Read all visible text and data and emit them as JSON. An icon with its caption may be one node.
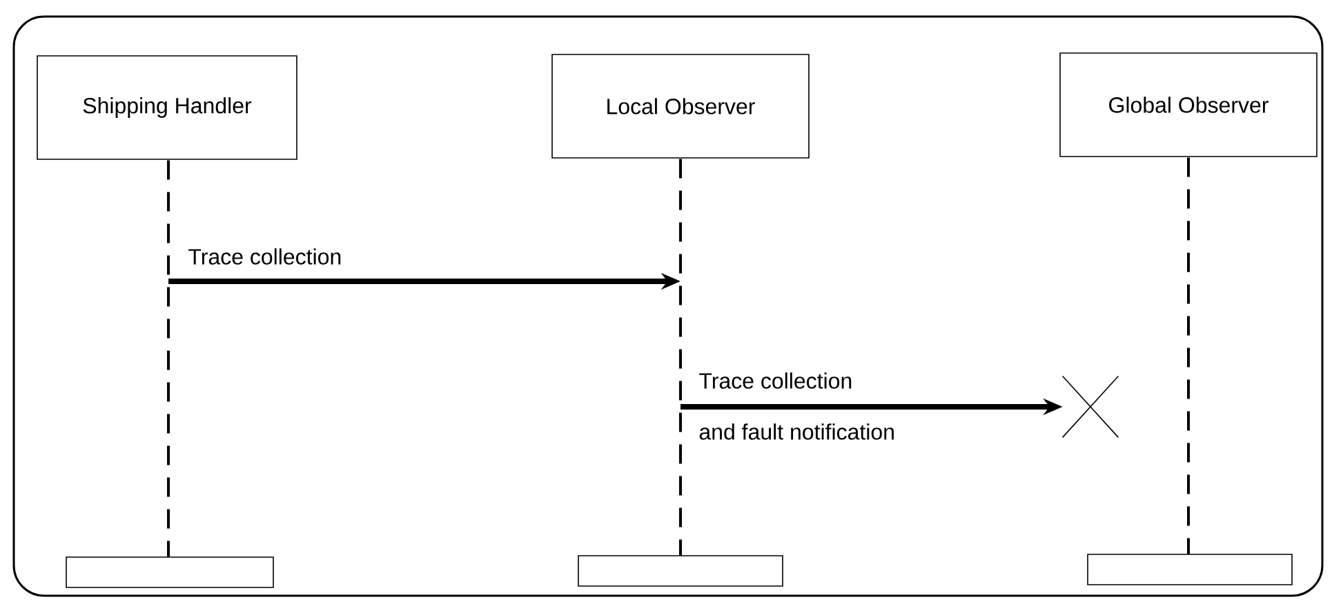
{
  "diagram": {
    "nodes": [
      {
        "text": [
          "Shipping Handler"
        ]
      },
      {
        "text": [
          "Local Observer"
        ]
      },
      {
        "text": [
          "Global Observer"
        ]
      },
      {
        "text": [],
        "shape": "line"
      },
      {
        "text": [],
        "shape": "line"
      },
      {
        "text": [],
        "shape": "line"
      },
      {
        "text": [],
        "shape": "bar"
      },
      {
        "text": [],
        "shape": "bar"
      },
      {
        "text": [],
        "shape": "bar"
      },
      {
        "text": [],
        "shape": "cross"
      }
    ],
    "edges": [
      {
        "from": 3,
        "to": 4,
        "arrow": "to",
        "label": "Trace collection"
      },
      {
        "from": 4,
        "to": 9,
        "arrow": "to",
        "label": "Trace collection"
      }
    ],
    "labels": [
      "and fault notification"
    ]
  }
}
